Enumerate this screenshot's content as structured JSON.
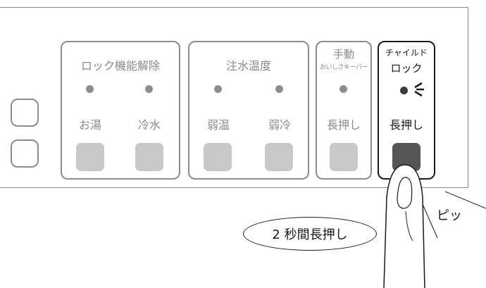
{
  "groups": {
    "lock_release": {
      "title": "ロック機能解除",
      "buttons": [
        {
          "label": "お湯"
        },
        {
          "label": "冷水"
        }
      ]
    },
    "water_temp": {
      "title": "注水温度",
      "buttons": [
        {
          "label": "弱温"
        },
        {
          "label": "弱冷"
        }
      ]
    },
    "manual": {
      "title": "手動",
      "subtitle": "おいしさキーパー",
      "buttons": [
        {
          "label": "長押し"
        }
      ]
    },
    "child_lock": {
      "title_line1": "チャイルド",
      "title_line2": "ロック",
      "buttons": [
        {
          "label": "長押し"
        }
      ]
    }
  },
  "callout": {
    "text": "2 秒間長押し"
  },
  "sound": {
    "text": "ピッ"
  },
  "colors": {
    "inactive": "#8a8a8a",
    "active": "#1a1a1a",
    "active_button": "#555555"
  }
}
